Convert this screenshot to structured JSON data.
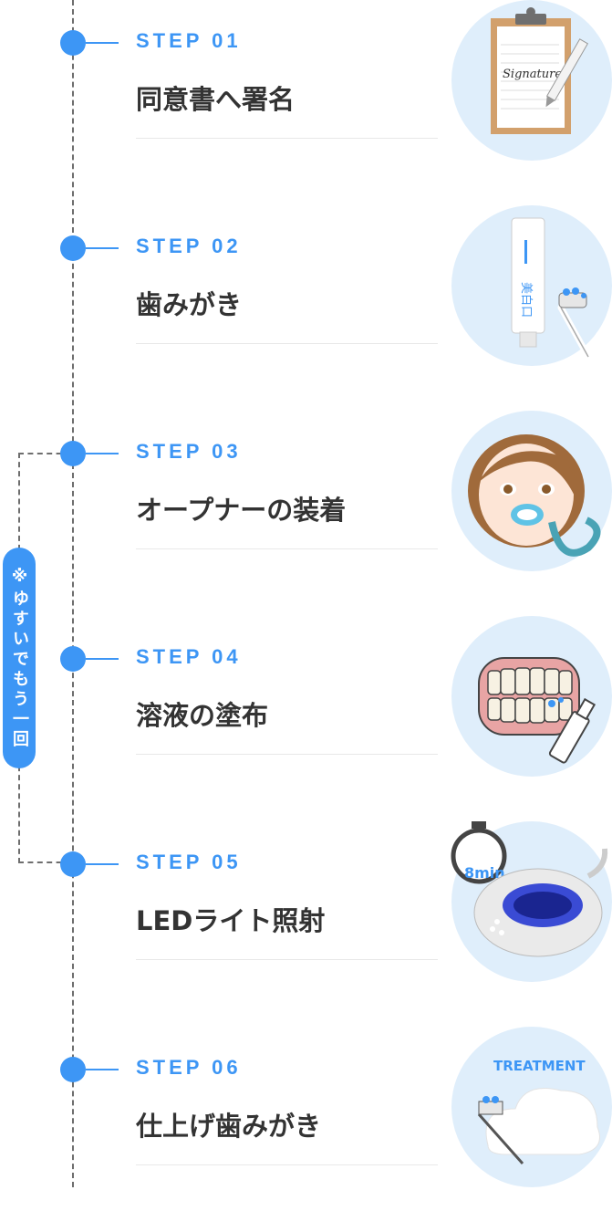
{
  "repeat_note": "※ゆすいでもう一回",
  "steps": [
    {
      "label": "STEP 01",
      "title": "同意書へ署名",
      "icon": "signature-clipboard-icon"
    },
    {
      "label": "STEP 02",
      "title": "歯みがき",
      "icon": "toothpaste-toothbrush-icon"
    },
    {
      "label": "STEP 03",
      "title": "オープナーの装着",
      "icon": "mouth-opener-icon"
    },
    {
      "label": "STEP 04",
      "title": "溶液の塗布",
      "icon": "teeth-solution-icon"
    },
    {
      "label": "STEP 05",
      "title": "LEDライト照射",
      "icon": "led-light-icon"
    },
    {
      "label": "STEP 06",
      "title": "仕上げ歯みがき",
      "icon": "treatment-foam-icon"
    }
  ],
  "illustrations": {
    "signature_text": "Signature",
    "toothpaste_text": "美白口",
    "timer_text": "8min",
    "treatment_text": "TREATMENT"
  },
  "colors": {
    "accent": "#3d96f5",
    "title": "#333333",
    "circle": "#dfeefb"
  }
}
